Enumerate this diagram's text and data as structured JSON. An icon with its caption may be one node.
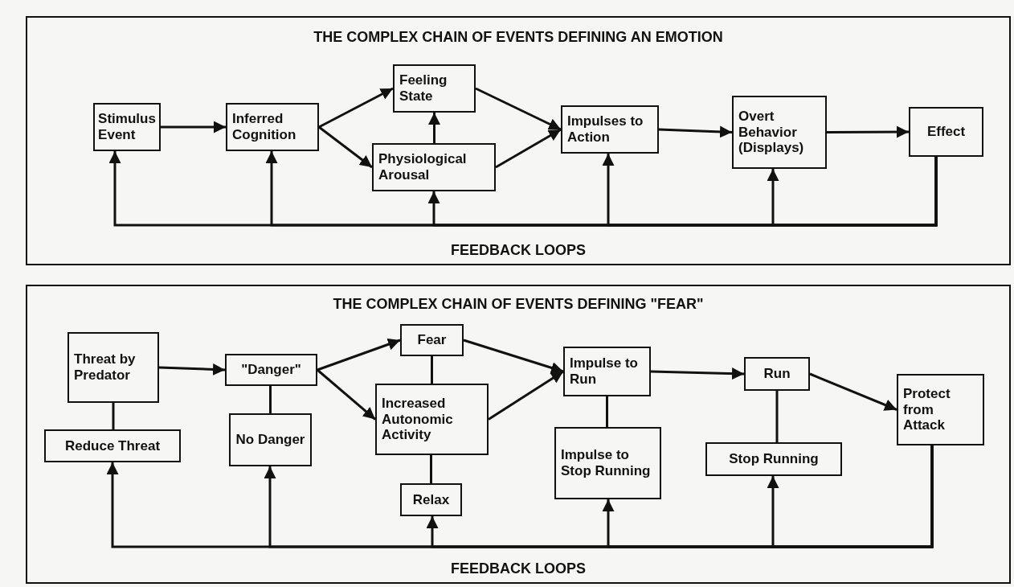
{
  "diagram": {
    "nodes": [
      {
        "text": [
          "THE COMPLEX CHAIN OF EVENTS DEFINING AN EMOTION",
          "FEEDBACK LOOPS"
        ]
      },
      {
        "text": [
          "Stimulus Event"
        ],
        "in": 0
      },
      {
        "text": [
          "Inferred Cognition"
        ],
        "in": 0
      },
      {
        "text": [
          "Feeling State"
        ],
        "in": 0
      },
      {
        "text": [
          "Physiological Arousal"
        ],
        "in": 0
      },
      {
        "text": [
          "Impulses to Action"
        ],
        "in": 0
      },
      {
        "text": [
          "Overt Behavior (Displays)"
        ],
        "in": 0
      },
      {
        "text": [
          "Effect"
        ],
        "in": 0
      },
      {
        "text": [
          "THE COMPLEX CHAIN OF EVENTS DEFINING \"FEAR\"",
          "FEEDBACK LOOPS"
        ]
      },
      {
        "text": [
          "Threat by Predator"
        ],
        "in": 8
      },
      {
        "text": [
          "\"Danger\""
        ],
        "in": 8
      },
      {
        "text": [
          "Fear"
        ],
        "in": 8
      },
      {
        "text": [
          "Increased Autonomic Activity"
        ],
        "in": 8
      },
      {
        "text": [
          "Impulse to Run"
        ],
        "in": 8
      },
      {
        "text": [
          "Run"
        ],
        "in": 8
      },
      {
        "text": [
          "Protect from Attack"
        ],
        "in": 8
      },
      {
        "text": [
          "Reduce Threat"
        ],
        "in": 8
      },
      {
        "text": [
          "No Danger"
        ],
        "in": 8
      },
      {
        "text": [
          "Impulse to Stop Running"
        ],
        "in": 8
      },
      {
        "text": [
          "Stop Running"
        ],
        "in": 8
      },
      {
        "text": [
          "Relax"
        ],
        "in": 8
      }
    ],
    "edges": [
      {
        "from": 1,
        "to": 2,
        "arrow": "to"
      },
      {
        "from": 2,
        "to": 3,
        "arrow": "to"
      },
      {
        "from": 2,
        "to": 4,
        "arrow": "to"
      },
      {
        "from": 4,
        "to": 3,
        "arrow": "to"
      },
      {
        "from": 3,
        "to": 5,
        "arrow": "to"
      },
      {
        "from": 4,
        "to": 5,
        "arrow": "to"
      },
      {
        "from": 5,
        "to": 6,
        "arrow": "to"
      },
      {
        "from": 6,
        "to": 7,
        "arrow": "to"
      },
      {
        "from": 7,
        "to": 1,
        "arrow": "to"
      },
      {
        "from": 7,
        "to": 2,
        "arrow": "to"
      },
      {
        "from": 7,
        "to": 4,
        "arrow": "to"
      },
      {
        "from": 7,
        "to": 5,
        "arrow": "to"
      },
      {
        "from": 7,
        "to": 6,
        "arrow": "to"
      },
      {
        "from": 9,
        "to": 10,
        "arrow": "to"
      },
      {
        "from": 10,
        "to": 11,
        "arrow": "to"
      },
      {
        "from": 10,
        "to": 12,
        "arrow": "to"
      },
      {
        "from": 11,
        "to": 12,
        "arrow": "none"
      },
      {
        "from": 11,
        "to": 13,
        "arrow": "to"
      },
      {
        "from": 12,
        "to": 13,
        "arrow": "to"
      },
      {
        "from": 13,
        "to": 14,
        "arrow": "to"
      },
      {
        "from": 14,
        "to": 15,
        "arrow": "to"
      },
      {
        "from": 9,
        "to": 16,
        "arrow": "none"
      },
      {
        "from": 10,
        "to": 17,
        "arrow": "none"
      },
      {
        "from": 12,
        "to": 20,
        "arrow": "none"
      },
      {
        "from": 13,
        "to": 18,
        "arrow": "none"
      },
      {
        "from": 14,
        "to": 19,
        "arrow": "none"
      },
      {
        "from": 15,
        "to": 16,
        "arrow": "to"
      },
      {
        "from": 15,
        "to": 17,
        "arrow": "to"
      },
      {
        "from": 15,
        "to": 20,
        "arrow": "to"
      },
      {
        "from": 15,
        "to": 18,
        "arrow": "to"
      },
      {
        "from": 15,
        "to": 19,
        "arrow": "to"
      }
    ]
  }
}
